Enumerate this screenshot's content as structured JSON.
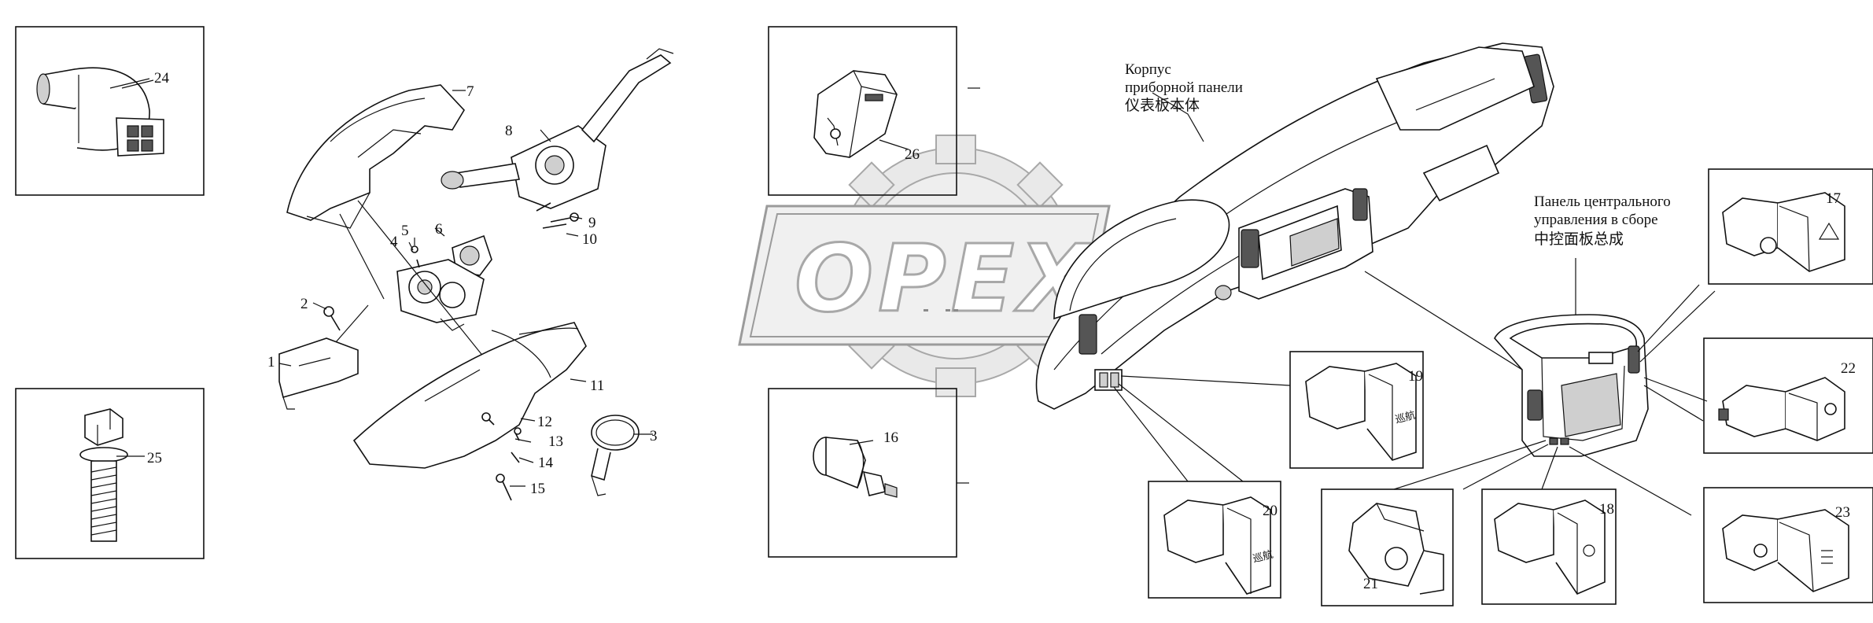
{
  "diagram": {
    "watermark": "OPEX",
    "captions": {
      "dashboard": [
        "Корпус",
        "приборной панели",
        "仪表板本体"
      ],
      "center_panel": [
        "Панель центрального",
        "управления в сборе",
        "中控面板总成"
      ]
    },
    "part_numbers": {
      "p1": "1",
      "p2": "2",
      "p3": "3",
      "p4": "4",
      "p5": "5",
      "p6": "6",
      "p7": "7",
      "p8": "8",
      "p9": "9",
      "p10": "10",
      "p11": "11",
      "p12": "12",
      "p13": "13",
      "p14": "14",
      "p15": "15",
      "p16": "16",
      "p17": "17",
      "p18": "18",
      "p19": "19",
      "p20": "20",
      "p21": "21",
      "p22": "22",
      "p23": "23",
      "p24": "24",
      "p25": "25",
      "p26": "26"
    },
    "switch_text": {
      "s19": "巡航",
      "s20": "巡航"
    }
  }
}
